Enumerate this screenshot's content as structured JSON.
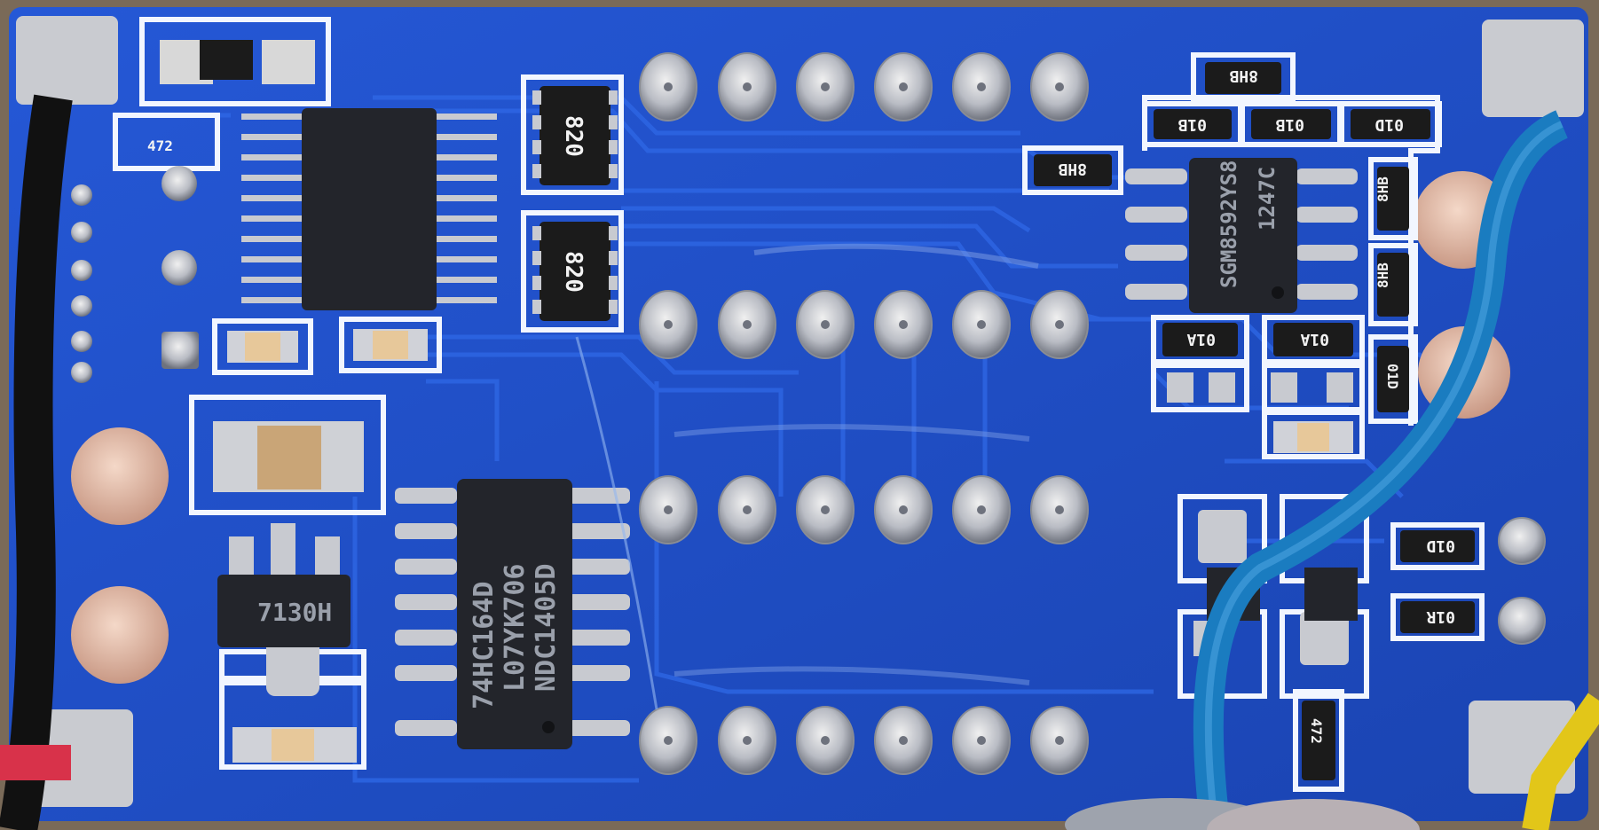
{
  "photo": {
    "subject": "pcb-back",
    "board_color": "#1e4fc4",
    "silkscreen_color": "#f2f6ff",
    "chips": {
      "u1": {
        "label": ""
      },
      "u2": {
        "line1": "74HC164D",
        "line2": "L07YK706",
        "line3": "NDC1405D"
      },
      "u3": {
        "line1": "SGM8592YS8",
        "line2": "1247C"
      },
      "q1": {
        "label": "7130H"
      }
    },
    "resistors": {
      "rn1": "820",
      "rn2": "820",
      "r_top_left": "472",
      "r_bottom_right": "472",
      "r_8hb_top": "8HB",
      "r_8hb_left": "8HB",
      "r_8hb_right1": "8HB",
      "r_8hb_right2": "8HB",
      "r_01b_1": "01B",
      "r_01b_2": "01B",
      "r_01d_1": "01D",
      "r_01a_1": "01A",
      "r_01a_2": "01A",
      "r_01d_right": "01D",
      "r_01r_right": "01R",
      "r_01d_vert": "01D"
    }
  }
}
